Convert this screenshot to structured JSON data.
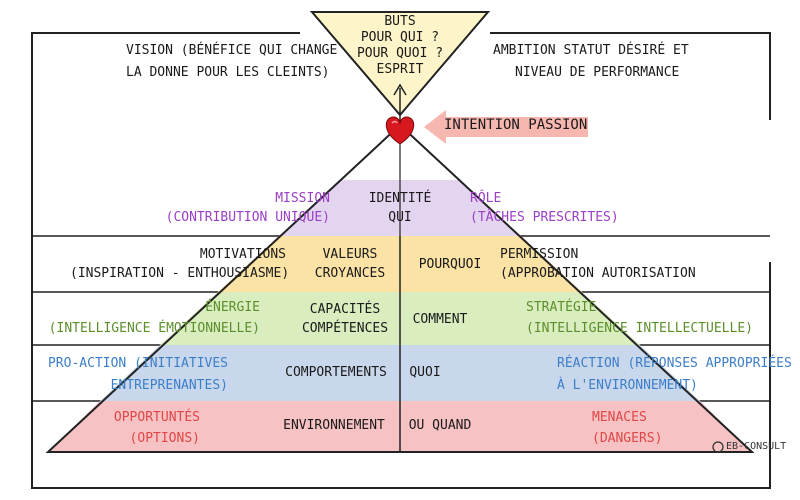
{
  "top": {
    "funnel_lines": [
      "BUTS",
      "POUR QUI ?",
      "POUR QUOI ?",
      "ESPRIT"
    ],
    "left_text": [
      "VISION (BÉNÉFICE QUI CHANGE",
      "LA DONNE POUR LES CLEINTS)"
    ],
    "right_text": [
      "AMBITION STATUT DÉSIRÉ ET",
      "NIVEAU DE PERFORMANCE"
    ],
    "intention": "INTENTION PASSION"
  },
  "levels": [
    {
      "center": [
        "IDENTITÉ",
        "QUI"
      ],
      "left": [
        "MISSION",
        "(CONTRIBUTION UNIQUE)"
      ],
      "right": [
        "RÔLE",
        "(TÂCHES PRESCRITES)"
      ],
      "fill": "#e3d4f0"
    },
    {
      "left_cell": [
        "VALEURS",
        "CROYANCES"
      ],
      "right_cell": [
        "POURQUOI"
      ],
      "left": [
        "MOTIVATIONS",
        "(INSPIRATION - ENTHOUSIASME)"
      ],
      "right": [
        "PERMISSION",
        "(APPROBATION AUTORISATION"
      ],
      "fill": "#fbe3a6"
    },
    {
      "left_cell": [
        "CAPACITÉS",
        "COMPÉTENCES"
      ],
      "right_cell": [
        "COMMENT"
      ],
      "left": [
        "ÉNERGIE",
        "(INTELLIGENCE ÉMOTIONNELLE)"
      ],
      "right": [
        "STRATÉGIE",
        "(INTELLIGENCE INTELLECTUELLE)"
      ],
      "fill": "#d9edbf"
    },
    {
      "left_cell": [
        "COMPORTEMENTS"
      ],
      "right_cell": [
        "QUOI"
      ],
      "left": [
        "PRO-ACTION (INITIATIVES",
        "ENTREPRENANTES)"
      ],
      "right": [
        "RÉACTION (RÉPONSES APPROPRIÉES",
        "À L'ENVIRONNEMENT)"
      ],
      "fill": "#c9d7ec"
    },
    {
      "left_cell": [
        "ENVIRONNEMENT"
      ],
      "right_cell": [
        "OU QUAND"
      ],
      "left": [
        "OPPORTUNTÉS",
        "(OPTIONS)"
      ],
      "right": [
        "MENACES",
        "(DANGERS)"
      ],
      "fill": "#f6c2c4"
    }
  ],
  "colors": {
    "funnel": "#fdf5c9",
    "heart": "#d7191f",
    "arrow": "#f6b7b0",
    "mission": "#9b3fc6",
    "energie": "#5c8f2c",
    "proaction": "#3c7fc9",
    "opportunites": "#e04747"
  },
  "credit": "EB-CONSULT"
}
